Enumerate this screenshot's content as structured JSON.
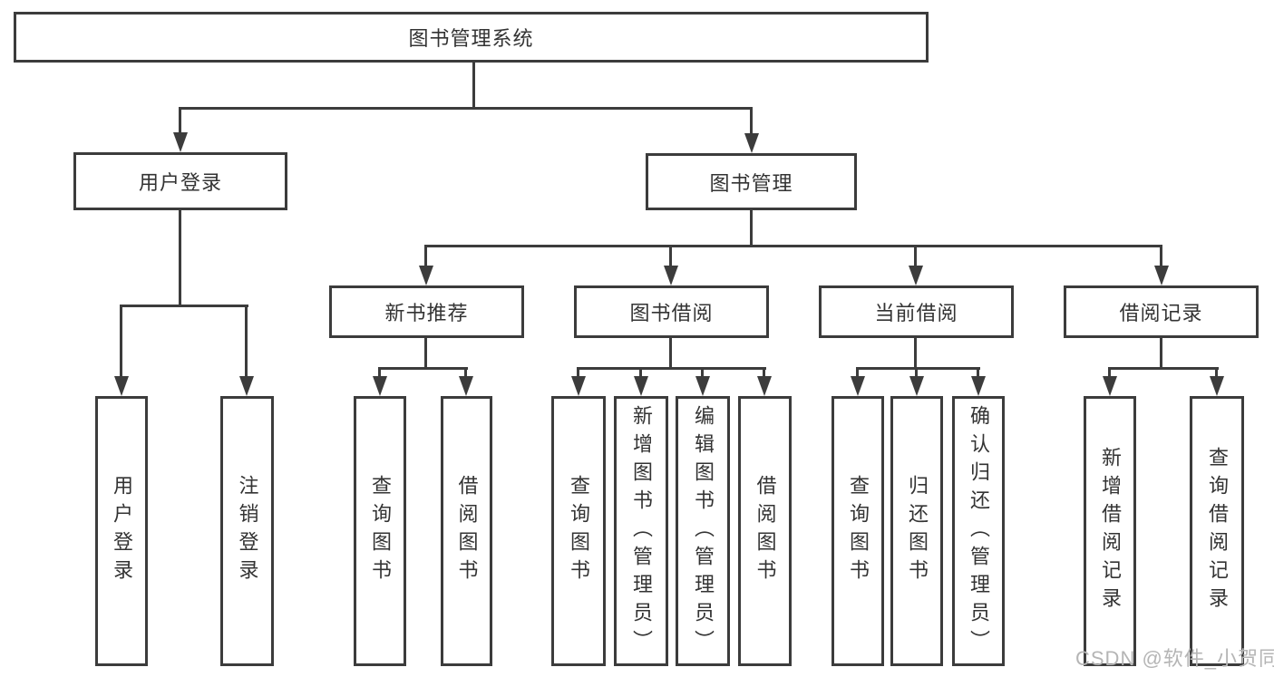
{
  "diagram": {
    "root": {
      "label": "图书管理系统"
    },
    "level2": {
      "user_login": {
        "label": "用户登录"
      },
      "book_management": {
        "label": "图书管理"
      }
    },
    "level3": {
      "new_book": {
        "label": "新书推荐"
      },
      "book_borrow": {
        "label": "图书借阅"
      },
      "current_borrow": {
        "label": "当前借阅"
      },
      "borrow_record": {
        "label": "借阅记录"
      }
    },
    "leaves": {
      "user_login": [
        "用户登录",
        "注销登录"
      ],
      "new_book": [
        "查询图书",
        "借阅图书"
      ],
      "book_borrow": [
        "查询图书",
        "新增图书（管理员）",
        "编辑图书（管理员）",
        "借阅图书"
      ],
      "current_borrow": [
        "查询图书",
        "归还图书",
        "确认归还（管理员）"
      ],
      "borrow_record": [
        "新增借阅记录",
        "查询借阅记录"
      ]
    },
    "watermark": "CSDN @软件_小贺同学",
    "colors": {
      "line": "#3c3c3c",
      "text": "#333333",
      "watermark": "#b5b5b5",
      "background": "#ffffff"
    }
  }
}
